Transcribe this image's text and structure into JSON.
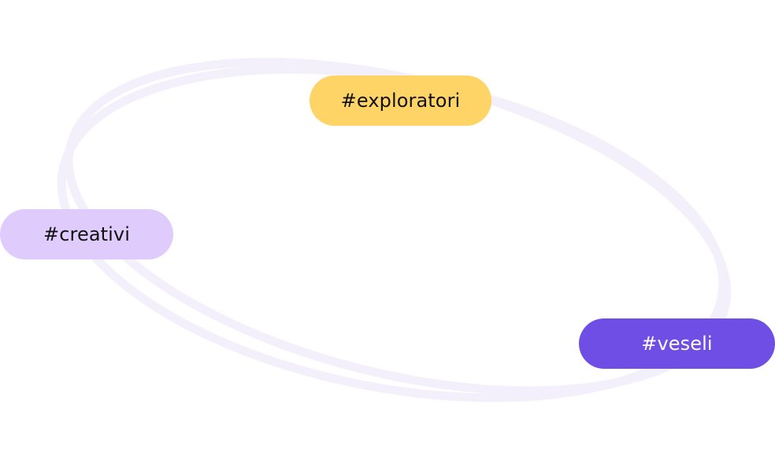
{
  "colors": {
    "background": "#ffffff",
    "ring": "#f3f0fc"
  },
  "tags": [
    {
      "key": "exploratori",
      "label": "#exploratori",
      "background": "#ffd466",
      "text_color": "#111111"
    },
    {
      "key": "creativi",
      "label": "#creativi",
      "background": "#dfccfc",
      "text_color": "#111111"
    },
    {
      "key": "veseli",
      "label": "#veseli",
      "background": "#6e4ee4",
      "text_color": "#ffffff"
    }
  ]
}
